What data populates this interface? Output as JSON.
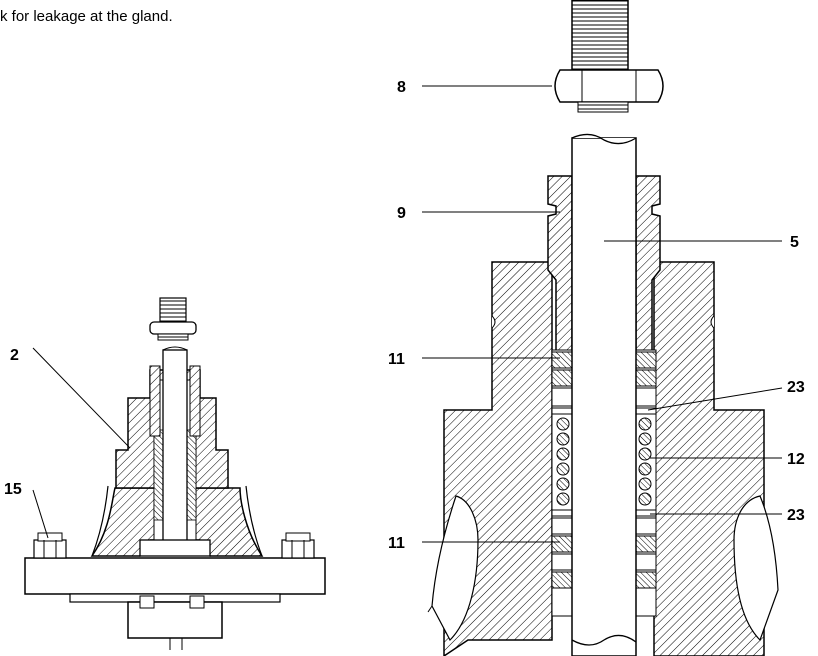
{
  "intro_text": "k for leakage at the gland.",
  "callouts": {
    "small_2": "2",
    "small_15": "15",
    "label_8": "8",
    "label_9": "9",
    "label_5": "5",
    "label_11_top": "11",
    "label_23_top": "23",
    "label_12": "12",
    "label_23_bottom": "23",
    "label_11_bottom": "11"
  },
  "colors": {
    "line": "#000000",
    "fill": "#ffffff"
  }
}
